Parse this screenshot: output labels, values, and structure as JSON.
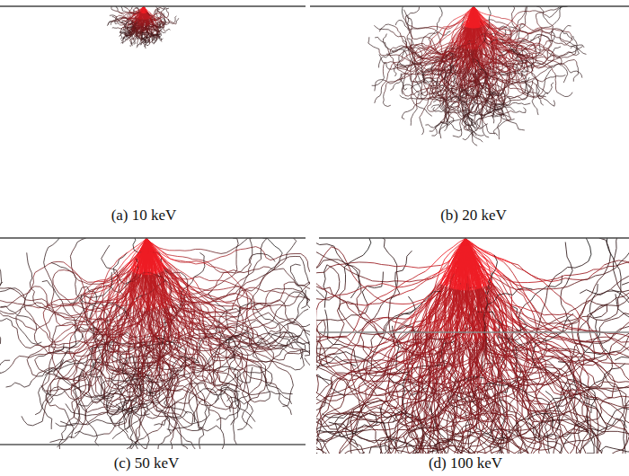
{
  "diagram": {
    "labels": [
      "(a) 10 keV",
      "(b) 20 keV",
      "(c) 50 keV",
      "(d) 100 keV"
    ]
  }
}
